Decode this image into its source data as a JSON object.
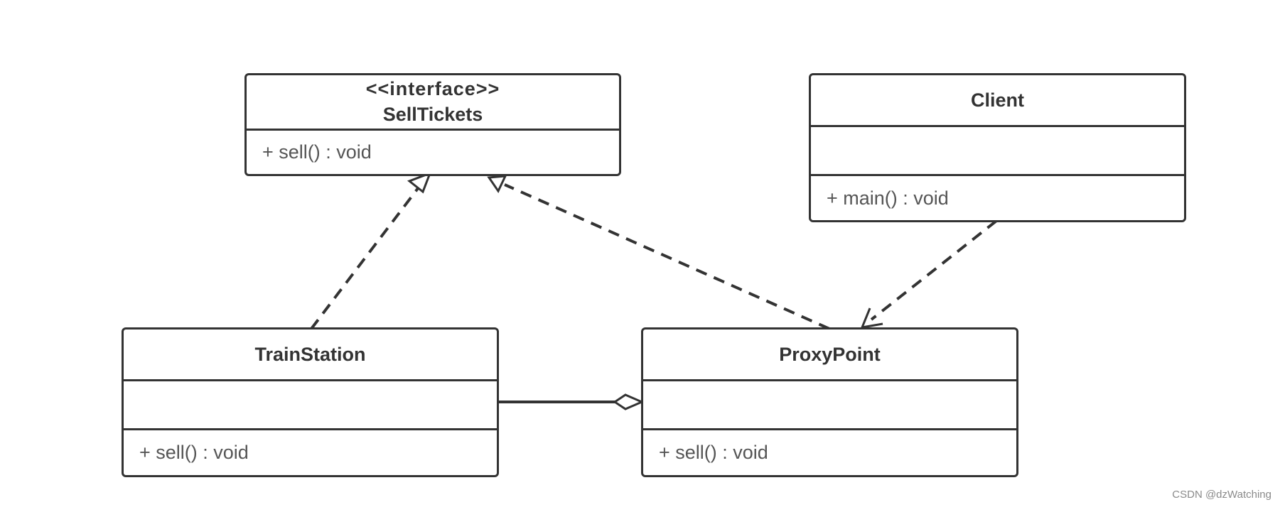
{
  "diagram": {
    "classes": [
      {
        "id": "selltickets",
        "stereotype": "<<interface>>",
        "name": "SellTickets",
        "attributes": [],
        "operations": [
          "+ sell() : void"
        ]
      },
      {
        "id": "client",
        "stereotype": "",
        "name": "Client",
        "attributes": [],
        "operations": [
          "+ main() : void"
        ]
      },
      {
        "id": "trainstation",
        "stereotype": "",
        "name": "TrainStation",
        "attributes": [],
        "operations": [
          "+ sell() : void"
        ]
      },
      {
        "id": "proxypoint",
        "stereotype": "",
        "name": "ProxyPoint",
        "attributes": [],
        "operations": [
          "+ sell() : void"
        ]
      }
    ],
    "relations": [
      {
        "type": "realization",
        "from": "TrainStation",
        "to": "SellTickets"
      },
      {
        "type": "realization",
        "from": "ProxyPoint",
        "to": "SellTickets"
      },
      {
        "type": "dependency",
        "from": "Client",
        "to": "ProxyPoint"
      },
      {
        "type": "aggregation",
        "whole": "ProxyPoint",
        "part": "TrainStation"
      }
    ]
  },
  "watermark": "CSDN @dzWatching",
  "colors": {
    "line": "#333333",
    "text": "#333333",
    "member_text": "#555555",
    "background": "#ffffff"
  }
}
